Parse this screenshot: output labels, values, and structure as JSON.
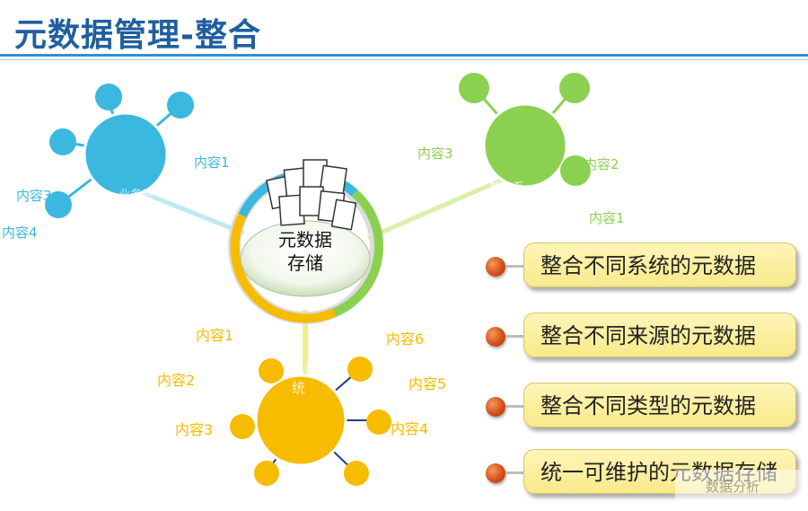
{
  "title": "元数据管理-整合",
  "center": {
    "line1": "元数据",
    "line2": "存储"
  },
  "clusters": {
    "blue": {
      "color": "#3ab8e0",
      "system": "业务系统",
      "labels": [
        "内容1",
        "内容3",
        "内容4"
      ]
    },
    "green": {
      "color": "#8cd050",
      "system": "数仓系统",
      "labels": [
        "内容3",
        "内容2",
        "内容1"
      ]
    },
    "yellow": {
      "color": "#f7bb00",
      "system": "总账系统",
      "labels": [
        "内容1",
        "内容2",
        "内容3",
        "内容4",
        "内容5",
        "内容6"
      ]
    }
  },
  "bullets": [
    "整合不同系统的元数据",
    "整合不同来源的元数据",
    "整合不同类型的元数据",
    "统一可维护的元数据存储"
  ],
  "watermark": "数据分析"
}
